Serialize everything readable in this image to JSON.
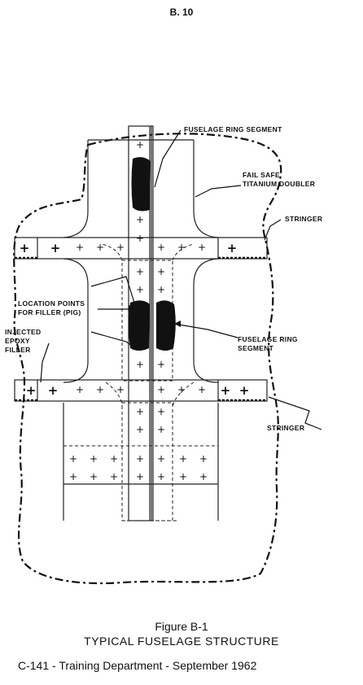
{
  "page_number": "B. 10",
  "labels": {
    "fuselage_ring_segment_top": "FUSELAGE RING SEGMENT",
    "fail_safe_1": "FAIL SAFE",
    "fail_safe_2": "TITANIUM DOUBLER",
    "stringer_top": "STRINGER",
    "location_points_1": "LOCATION POINTS",
    "location_points_2": "FOR FILLER (PIG)",
    "injected_1": "INJECTED",
    "injected_2": "EPOXY",
    "injected_3": "FILLER",
    "fuselage_ring_mid_1": "FUSELAGE RING",
    "fuselage_ring_mid_2": "SEGMENT",
    "stringer_bottom": "STRINGER"
  },
  "caption": {
    "figure": "Figure B-1",
    "title": "TYPICAL FUSELAGE STRUCTURE"
  },
  "footer": "C-141 - Training Department - September 1962"
}
